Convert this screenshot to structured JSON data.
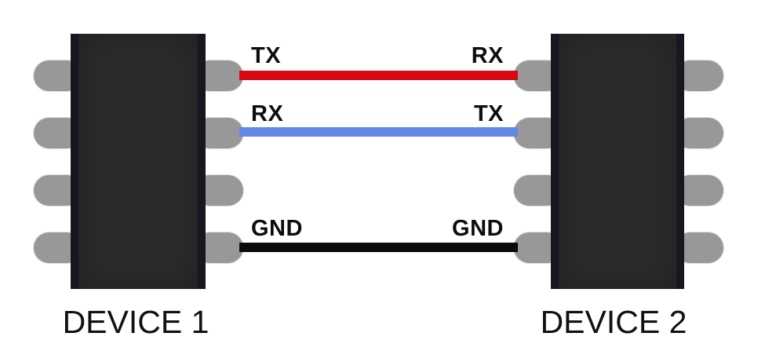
{
  "diagram": {
    "type": "serial-uart-crossover-wiring",
    "background_color": "#ffffff",
    "devices": [
      {
        "name": "DEVICE 1",
        "pin_rows": 4,
        "pins_per_side": 4
      },
      {
        "name": "DEVICE 2",
        "pin_rows": 4,
        "pins_per_side": 4
      }
    ],
    "wires": [
      {
        "left_signal": "TX",
        "right_signal": "RX",
        "color": "#d60812",
        "row": 1
      },
      {
        "left_signal": "RX",
        "right_signal": "TX",
        "color": "#6389e4",
        "row": 2
      },
      {
        "left_signal": "GND",
        "right_signal": "GND",
        "color": "#0b0b0b",
        "row": 4
      }
    ],
    "colors": {
      "pin": "#989898",
      "chip_body": "#2b2b2b",
      "chip_edge": "#161820",
      "label_text": "#0d0d0d"
    }
  }
}
